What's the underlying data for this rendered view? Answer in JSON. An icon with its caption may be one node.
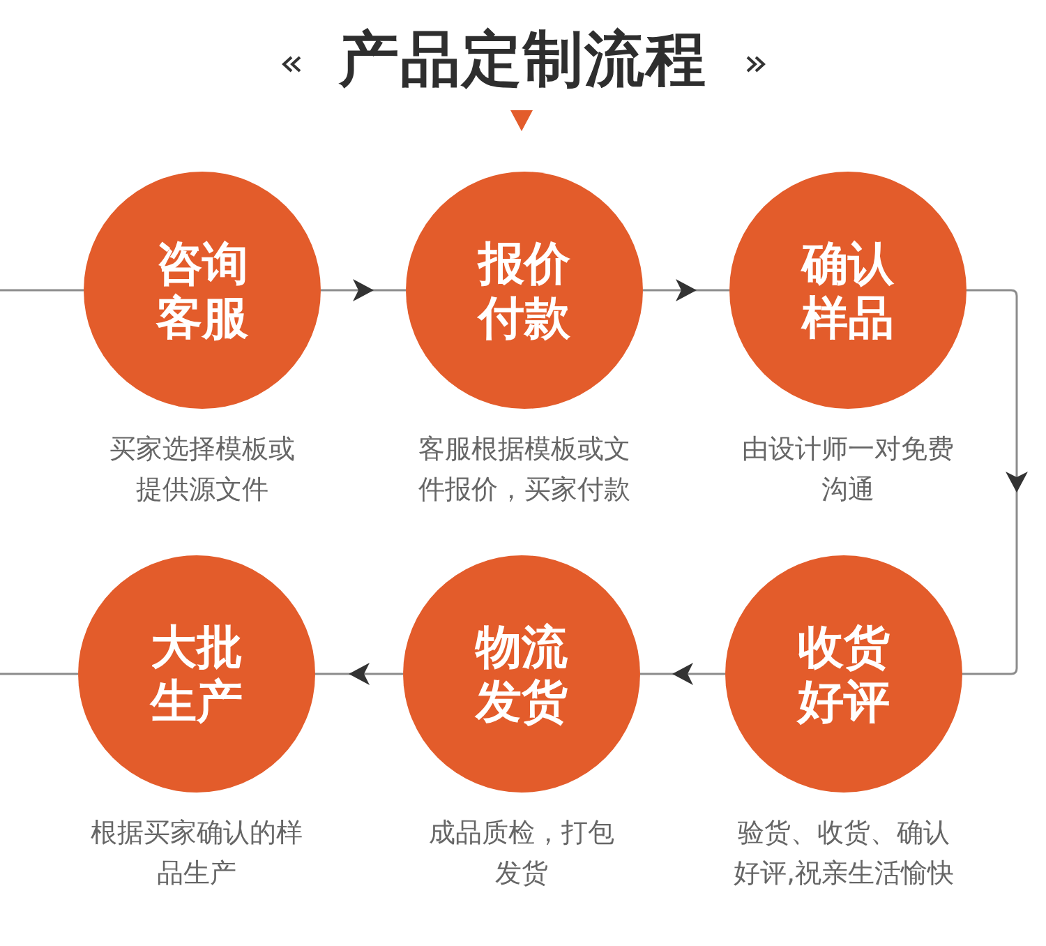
{
  "diagram": {
    "title": "产品定制流程",
    "nodes": [
      {
        "text": [
          "咨询客服"
        ],
        "beside": [
          "买家选择模板或提供源文件"
        ]
      },
      {
        "text": [
          "报价付款"
        ],
        "beside": [
          "客服根据模板或文件报价，买家付款"
        ]
      },
      {
        "text": [
          "确认样品"
        ],
        "beside": [
          "由设计师一对免费沟通"
        ]
      },
      {
        "text": [
          "大批生产"
        ],
        "beside": [
          "根据买家确认的样品生产"
        ]
      },
      {
        "text": [
          "物流发货"
        ],
        "beside": [
          "成品质检，打包发货"
        ]
      },
      {
        "text": [
          "收货好评"
        ],
        "beside": [
          "验货、收货、确认好评,祝亲生活愉快"
        ]
      }
    ],
    "edges": [
      {
        "from": null,
        "to": 0,
        "arrow": "none"
      },
      {
        "from": 0,
        "to": 1,
        "arrow": "to"
      },
      {
        "from": 1,
        "to": 2,
        "arrow": "to"
      },
      {
        "from": 2,
        "to": 5,
        "arrow": "to"
      },
      {
        "from": 5,
        "to": 4,
        "arrow": "to"
      },
      {
        "from": 4,
        "to": 3,
        "arrow": "to"
      },
      {
        "from": 3,
        "to": null,
        "arrow": "none"
      }
    ]
  }
}
